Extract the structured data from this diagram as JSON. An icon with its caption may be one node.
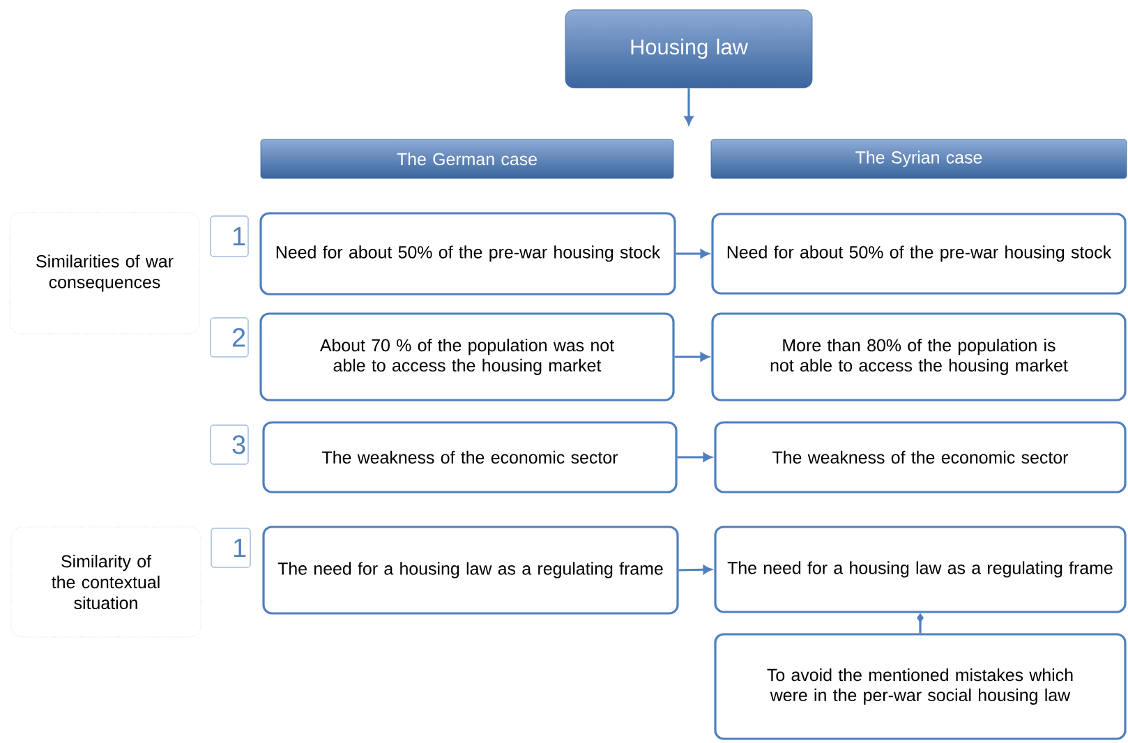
{
  "diagram": {
    "nodes": [
      {
        "text": [
          "Housing law"
        ]
      },
      {
        "text": [
          "The German case"
        ]
      },
      {
        "text": [
          "The Syrian case"
        ]
      },
      {
        "text": [
          "Similarities of war consequences"
        ]
      },
      {
        "text": [
          "1"
        ]
      },
      {
        "text": [
          "Need for about 50% of the pre-war housing stock"
        ]
      },
      {
        "text": [
          "Need for about 50% of the pre-war housing stock"
        ]
      },
      {
        "text": [
          "2"
        ]
      },
      {
        "text": [
          "About 70 % of the population was not able to access the housing market"
        ]
      },
      {
        "text": [
          "More than 80% of the population is not able to access the housing market"
        ]
      },
      {
        "text": [
          "3"
        ]
      },
      {
        "text": [
          "The weakness of the economic sector"
        ]
      },
      {
        "text": [
          "The weakness of the economic sector"
        ]
      },
      {
        "text": [
          "Similarity of the contextual situation"
        ]
      },
      {
        "text": [
          "1"
        ]
      },
      {
        "text": [
          "The need for a housing law as a regulating frame"
        ]
      },
      {
        "text": [
          "The need for a housing law as a regulating frame"
        ]
      },
      {
        "text": [
          "To avoid the mentioned mistakes which were in the per-war social housing law"
        ]
      }
    ],
    "edges": [
      {
        "from": 0,
        "to": null,
        "arrow": "to"
      },
      {
        "from": 5,
        "to": 6,
        "arrow": "to"
      },
      {
        "from": 8,
        "to": 9,
        "arrow": "to"
      },
      {
        "from": 11,
        "to": 12,
        "arrow": "to"
      },
      {
        "from": 15,
        "to": 16,
        "arrow": "to"
      },
      {
        "from": 16,
        "to": 17,
        "arrow": "other"
      }
    ]
  }
}
